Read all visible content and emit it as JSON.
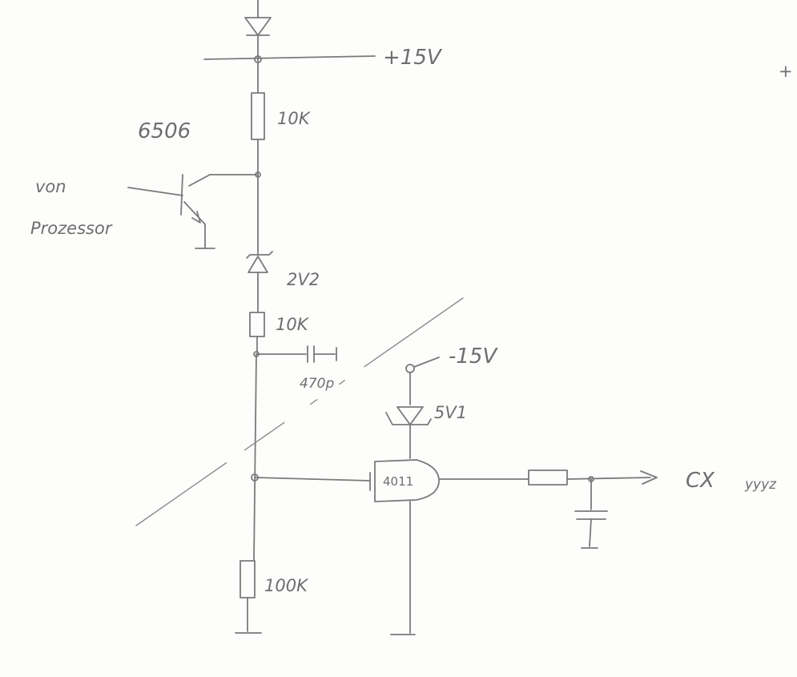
{
  "diagram": {
    "supply_pos": "+15V",
    "transistor_type": "6506",
    "input_source_line1": "von",
    "input_source_line2": "Prozessor",
    "r1_value": "10K",
    "zener_top_value": "2V2",
    "r2_value": "10K",
    "cap_value": "470p",
    "supply_neg": "-15V",
    "zener_bottom_value": "5V1",
    "gate_ic": "4011",
    "output_label": "CX",
    "output_suffix": "yyyz",
    "r_pulldown_value": "100K",
    "edge_mark": "+"
  },
  "colors": {
    "pencil": "#7a7a7a",
    "paper": "#fdfdfc"
  }
}
